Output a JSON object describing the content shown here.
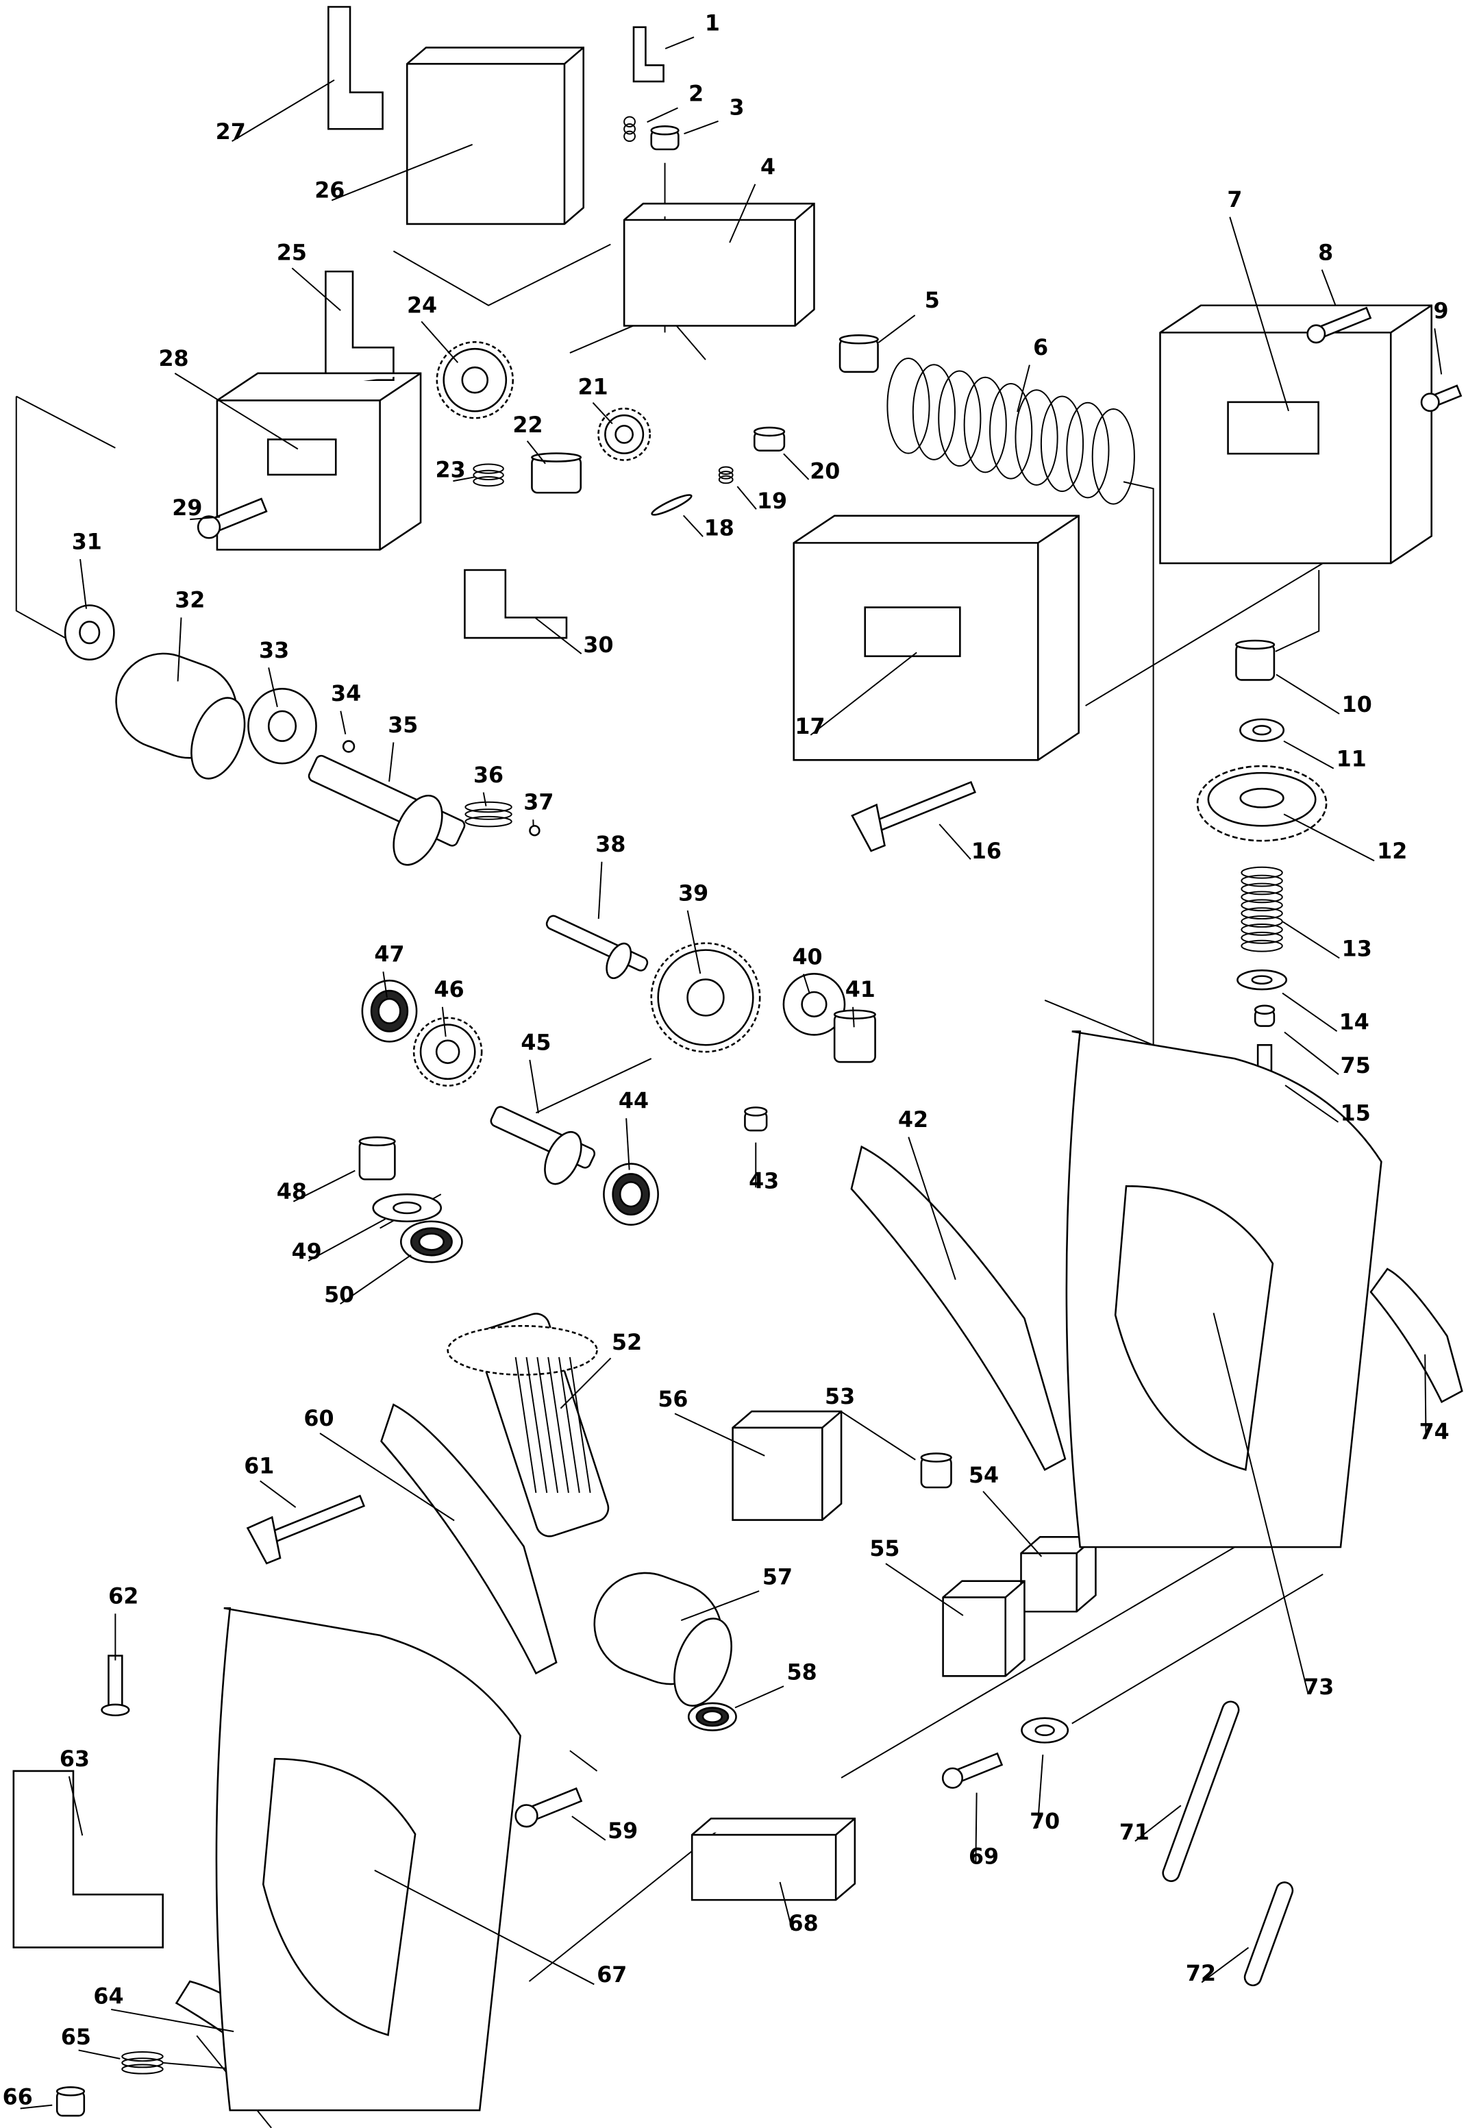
{
  "diagram": {
    "type": "exploded-parts-view",
    "part_labels": [
      "1",
      "2",
      "3",
      "4",
      "5",
      "6",
      "7",
      "8",
      "9",
      "10",
      "11",
      "12",
      "13",
      "14",
      "75",
      "15",
      "16",
      "17",
      "18",
      "19",
      "20",
      "21",
      "22",
      "23",
      "24",
      "25",
      "26",
      "27",
      "28",
      "29",
      "30",
      "31",
      "32",
      "33",
      "34",
      "35",
      "36",
      "37",
      "38",
      "39",
      "40",
      "41",
      "42",
      "43",
      "44",
      "45",
      "46",
      "47",
      "48",
      "49",
      "50",
      "52",
      "53",
      "54",
      "55",
      "56",
      "57",
      "58",
      "59",
      "60",
      "61",
      "62",
      "63",
      "64",
      "65",
      "66",
      "67",
      "68",
      "69",
      "70",
      "71",
      "72",
      "73",
      "74"
    ],
    "colors": {
      "line": "#000000",
      "background": "#ffffff"
    }
  }
}
